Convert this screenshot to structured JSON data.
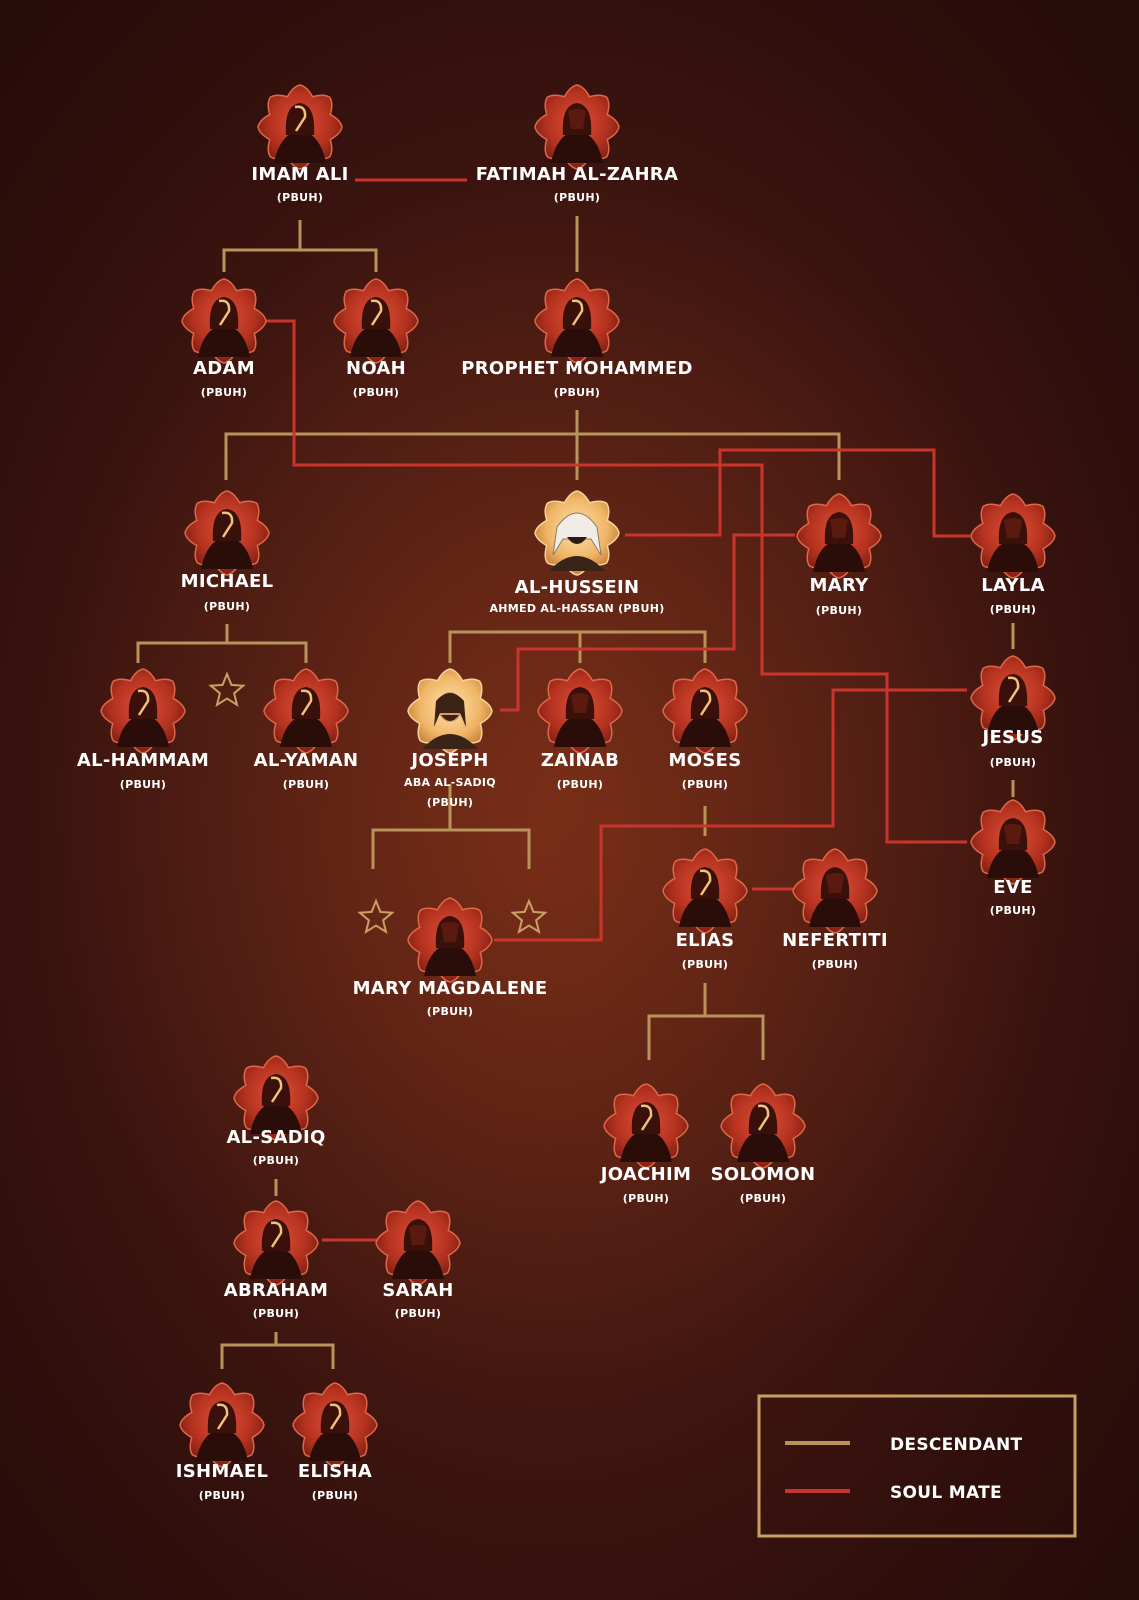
{
  "colors": {
    "descendant": "#b8935a",
    "soul_mate": "#c9352c",
    "medallion_outer": "#d04a30",
    "medallion_inner": "#8e2417",
    "medallion_gold": "#f3c27a",
    "frame_gold": "#c9a064"
  },
  "nodes": {
    "imam_ali": {
      "name": "IMAM ALI",
      "sub": "(PBUH)",
      "icon": "veiled-figure-icon"
    },
    "fatimah": {
      "name": "FATIMAH AL-ZAHRA",
      "sub": "(PBUH)",
      "icon": "veiled-woman-icon"
    },
    "adam": {
      "name": "ADAM",
      "sub": "(PBUH)",
      "icon": "veiled-figure-icon"
    },
    "noah": {
      "name": "NOAH",
      "sub": "(PBUH)",
      "icon": "veiled-figure-icon"
    },
    "prophet_mohammed": {
      "name": "PROPHET MOHAMMED",
      "sub": "(PBUH)",
      "icon": "veiled-figure-icon"
    },
    "michael": {
      "name": "MICHAEL",
      "sub": "(PBUH)",
      "icon": "veiled-figure-icon"
    },
    "al_hussein": {
      "name": "AL-HUSSEIN",
      "sub": "AHMED AL-HASSAN (PBUH)",
      "icon": "bearded-man-portrait-icon"
    },
    "mary": {
      "name": "MARY",
      "sub": "(PBUH)",
      "icon": "veiled-woman-icon"
    },
    "layla": {
      "name": "LAYLA",
      "sub": "(PBUH)",
      "icon": "veiled-woman-icon"
    },
    "al_hammam": {
      "name": "AL-HAMMAM",
      "sub": "(PBUH)",
      "icon": "veiled-figure-icon"
    },
    "al_yaman": {
      "name": "AL-YAMAN",
      "sub": "(PBUH)",
      "icon": "veiled-figure-icon"
    },
    "joseph": {
      "name": "JOSEPH",
      "sub": "ABA AL-SADIQ",
      "sub2": "(PBUH)",
      "icon": "long-haired-man-portrait-icon"
    },
    "zainab": {
      "name": "ZAINAB",
      "sub": "(PBUH)",
      "icon": "veiled-woman-icon"
    },
    "moses": {
      "name": "MOSES",
      "sub": "(PBUH)",
      "icon": "veiled-figure-icon"
    },
    "jesus": {
      "name": "JESUS",
      "sub": "(PBUH)",
      "icon": "veiled-figure-icon"
    },
    "eve": {
      "name": "EVE",
      "sub": "(PBUH)",
      "icon": "veiled-woman-icon"
    },
    "mary_magdalene": {
      "name": "MARY MAGDALENE",
      "sub": "(PBUH)",
      "icon": "veiled-woman-icon"
    },
    "elias": {
      "name": "ELIAS",
      "sub": "(PBUH)",
      "icon": "veiled-figure-icon"
    },
    "nefertiti": {
      "name": "NEFERTITI",
      "sub": "(PBUH)",
      "icon": "veiled-woman-icon"
    },
    "joachim": {
      "name": "JOACHIM",
      "sub": "(PBUH)",
      "icon": "veiled-figure-icon"
    },
    "solomon": {
      "name": "SOLOMON",
      "sub": "(PBUH)",
      "icon": "veiled-figure-icon"
    },
    "al_sadiq": {
      "name": "AL-SADIQ",
      "sub": "(PBUH)",
      "icon": "veiled-figure-icon"
    },
    "abraham": {
      "name": "ABRAHAM",
      "sub": "(PBUH)",
      "icon": "veiled-figure-icon"
    },
    "sarah": {
      "name": "SARAH",
      "sub": "(PBUH)",
      "icon": "veiled-woman-icon"
    },
    "ishmael": {
      "name": "ISHMAEL",
      "sub": "(PBUH)",
      "icon": "veiled-figure-icon"
    },
    "elisha": {
      "name": "ELISHA",
      "sub": "(PBUH)",
      "icon": "veiled-figure-icon"
    }
  },
  "stars": [
    {
      "id": "michael-unnamed-child",
      "icon": "star-outline-icon"
    },
    {
      "id": "joseph-unnamed-child-left",
      "icon": "star-outline-icon"
    },
    {
      "id": "joseph-unnamed-child-right",
      "icon": "star-outline-icon"
    }
  ],
  "legend": {
    "descendant_label": "DESCENDANT",
    "soul_mate_label": "SOUL MATE"
  }
}
